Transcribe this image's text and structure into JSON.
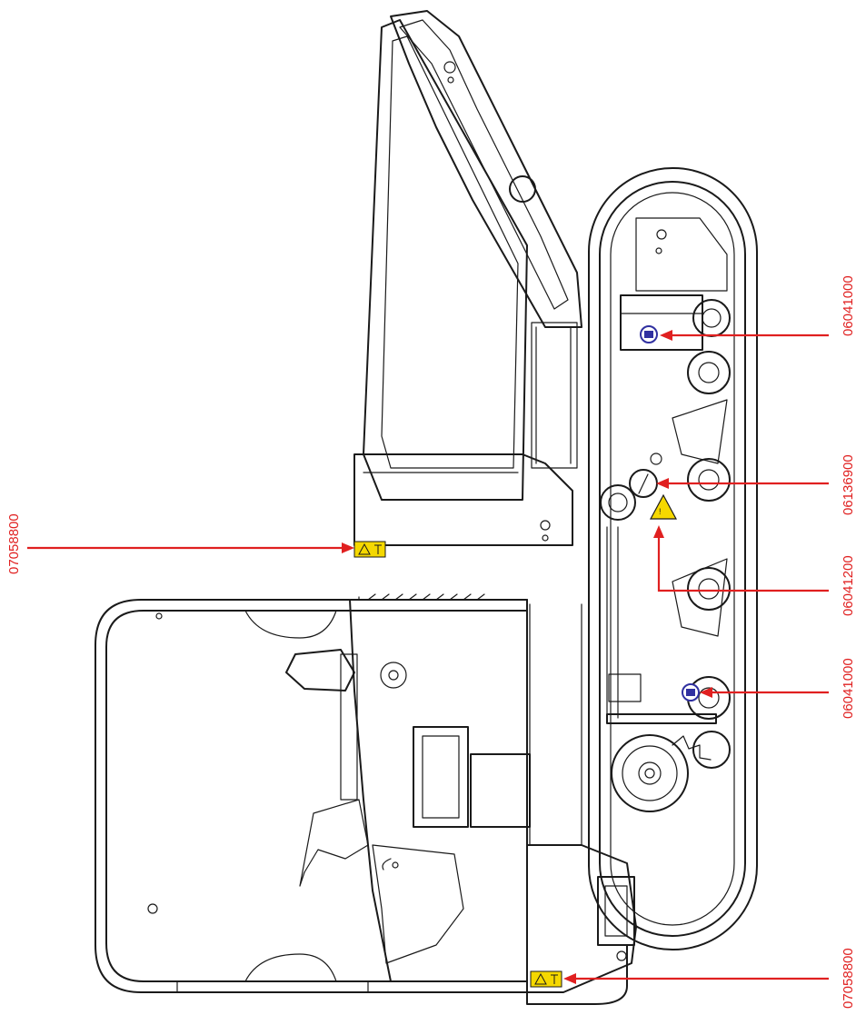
{
  "callouts": {
    "left_upper": "07058800",
    "right_1": "06041000",
    "right_2": "06136900",
    "right_3": "06041200",
    "right_4": "06041000",
    "right_5": "07058800"
  },
  "colors": {
    "callout": "#e02020",
    "warning_label": "#f5d800",
    "blue_icon": "#3030a0",
    "line": "#1a1a1a"
  }
}
